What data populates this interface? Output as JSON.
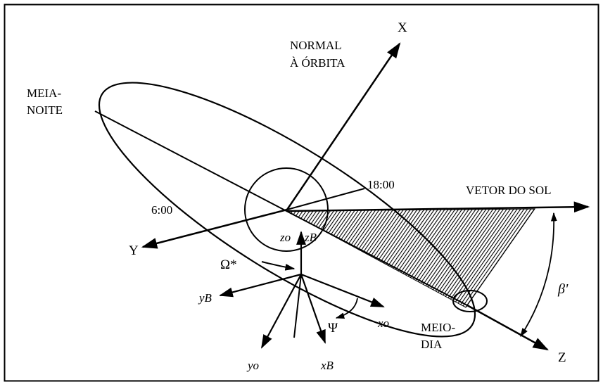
{
  "labels": {
    "x_axis": "X",
    "y_axis": "Y",
    "z_axis": "Z",
    "normal_line1": "NORMAL",
    "normal_line2": "À ÓRBITA",
    "midnight_line1": "MEIA-",
    "midnight_line2": "NOITE",
    "noon_line1": "MEIO-",
    "noon_line2": "DIA",
    "sun_vector": "VETOR DO SOL",
    "time_18": "18:00",
    "time_6": "6:00",
    "omega": "Ω*",
    "psi": "Ψ",
    "beta": "β'",
    "zo": "zo",
    "zb": "zB",
    "yb": "yB",
    "xo": "xo",
    "yo": "yo",
    "xb": "xB"
  },
  "colors": {
    "line": "#000000",
    "background": "#ffffff",
    "hatch": "#000000"
  }
}
